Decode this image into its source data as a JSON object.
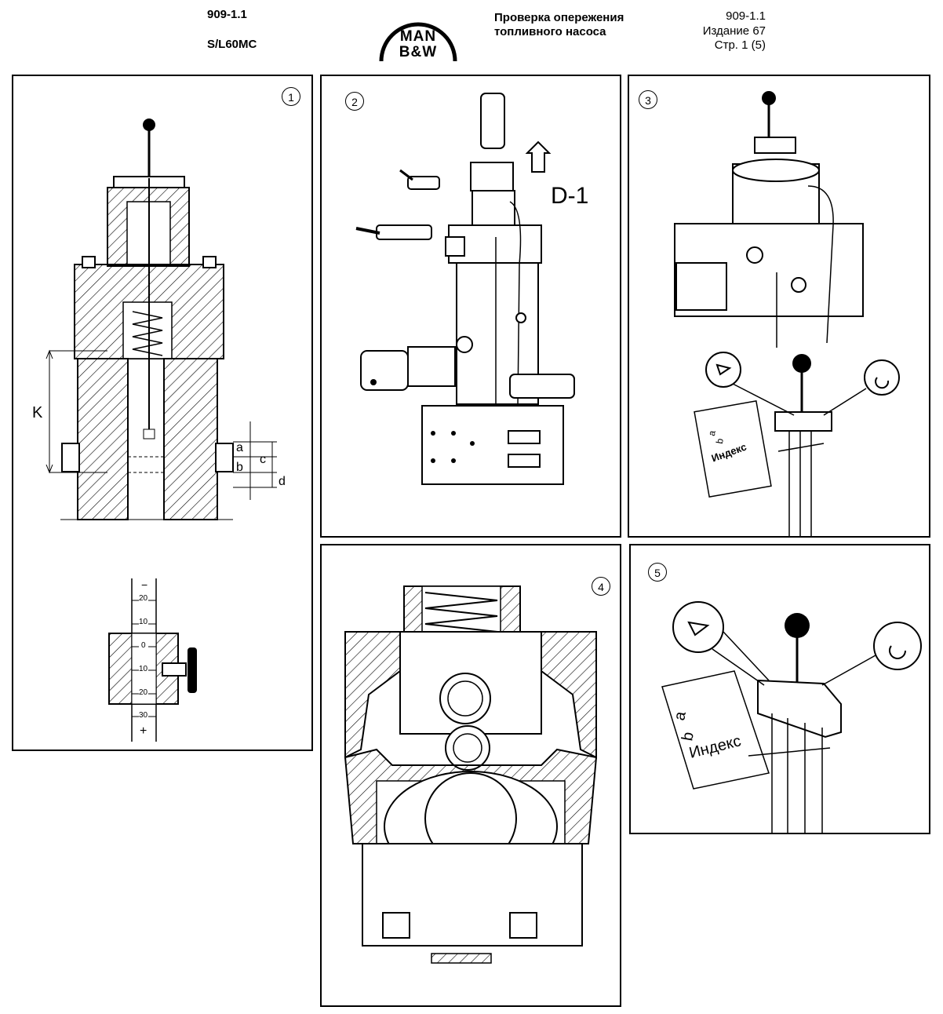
{
  "header": {
    "code_left": "909-1.1",
    "model": "S/L60MC",
    "logo_top": "MAN",
    "logo_bottom": "B&W",
    "title_line1": "Проверка опережения",
    "title_line2": "топливного насоса",
    "code_right": "909-1.1",
    "edition": "Издание 67",
    "page": "Стр. 1 (5)"
  },
  "panels": [
    {
      "num": "1",
      "label_k": "K",
      "label_a": "a",
      "label_b": "b",
      "label_c": "c",
      "label_d": "d",
      "scale": [
        "20",
        "10",
        "0",
        "10",
        "20",
        "30"
      ],
      "scale_minus": "−",
      "scale_plus": "+"
    },
    {
      "num": "2",
      "label": "D-1"
    },
    {
      "num": "3",
      "card_a": "a",
      "card_b": "b",
      "card_text": "Индекс"
    },
    {
      "num": "4"
    },
    {
      "num": "5",
      "card_a": "a",
      "card_b": "b",
      "card_text": "Индекс"
    }
  ]
}
